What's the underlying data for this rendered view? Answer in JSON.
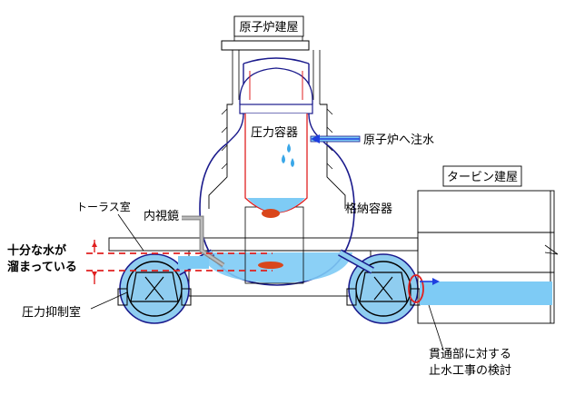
{
  "labels": {
    "reactor_building": "原子炉建屋",
    "turbine_building": "タービン建屋",
    "pressure_vessel": "圧力容器",
    "water_injection": "原子炉へ注水",
    "containment_vessel": "格納容器",
    "torus_room": "トーラス室",
    "borescope": "内視鏡",
    "water_level_line1": "十分な水が",
    "water_level_line2": "溜まっている",
    "suppression_chamber": "圧力抑制室",
    "penetration_line1": "貫通部に対する",
    "penetration_line2": "止水工事の検討"
  },
  "colors": {
    "water": "#7ecbf5",
    "outline": "#1a1a8c",
    "pressure_vessel_outline": "#e02020",
    "debris": "#d9461b",
    "dashed_level": "#e02020",
    "arrow_blue": "#1f3fe0",
    "suppression_fill": "#8fcdf0",
    "penetration_circle": "#e02020"
  },
  "icons": {
    "drops": "water-drop-icon",
    "flow_arrow": "flow-arrow-icon"
  }
}
